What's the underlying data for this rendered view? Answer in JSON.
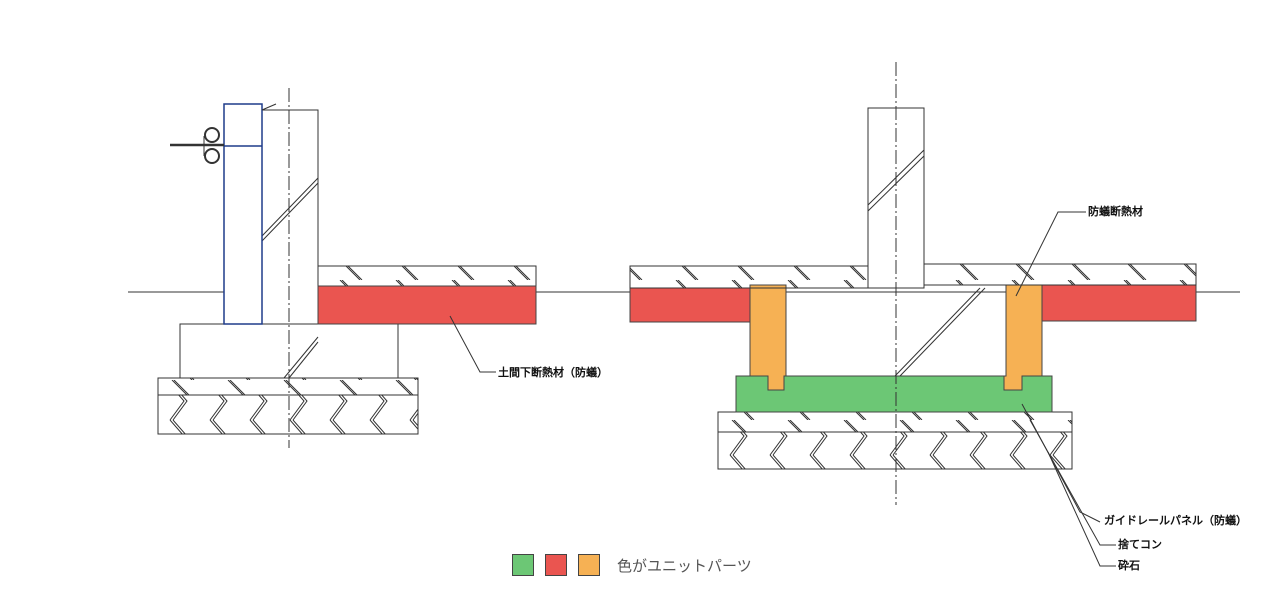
{
  "labels": {
    "slab_insulation": "土間下断熱材（防蟻）",
    "termite_insulation": "防蟻断熱材",
    "guide_rail_panel": "ガイドレールパネル（防蟻）",
    "lean_concrete": "捨てコン",
    "crushed_stone": "砕石"
  },
  "legend": {
    "text": "色がユニットパーツ",
    "swatches": [
      {
        "name": "legend-swatch-green",
        "color": "#6cc775"
      },
      {
        "name": "legend-swatch-red",
        "color": "#ea5550"
      },
      {
        "name": "legend-swatch-orange",
        "color": "#f6b154"
      }
    ]
  },
  "colors": {
    "panel_green": "#6cc775",
    "insulation_red": "#ea5550",
    "termite_orange": "#f6b154",
    "line": "#333333",
    "post_blue": "#1f3c8a"
  }
}
